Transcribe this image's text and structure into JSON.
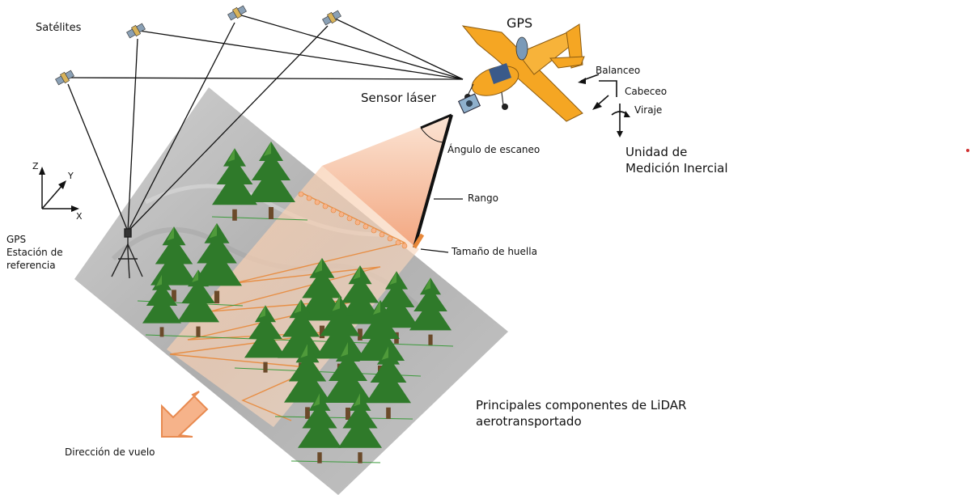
{
  "labels": {
    "satellites": "Satélites",
    "gps_top": "GPS",
    "sensor": "Sensor láser",
    "roll": "Balanceo",
    "pitch": "Cabeceo",
    "yaw": "Viraje",
    "imu_line1": "Unidad de",
    "imu_line2": "Medición Inercial",
    "scan_angle": "Ángulo de escaneo",
    "range": "Rango",
    "footprint": "Tamaño de huella",
    "gps_station_line1": "GPS",
    "gps_station_line2": "Estación de",
    "gps_station_line3": "referencia",
    "axis_x": "X",
    "axis_y": "Y",
    "axis_z": "Z",
    "caption_line1": "Principales componentes de LiDAR",
    "caption_line2": "aerotransportado",
    "flight_direction": "Dirección de vuelo"
  },
  "icons": [
    "satellite-icon",
    "airplane-icon",
    "laser-sensor-icon",
    "tripod-gps-icon",
    "tree-icon",
    "flight-arrow-icon"
  ],
  "colors": {
    "airplane": "#f5a623",
    "scan_cone": "#f0a070",
    "laser_lines": "#e8883a",
    "terrain": "#b8b8b8",
    "trees": "#2f7a2a"
  }
}
